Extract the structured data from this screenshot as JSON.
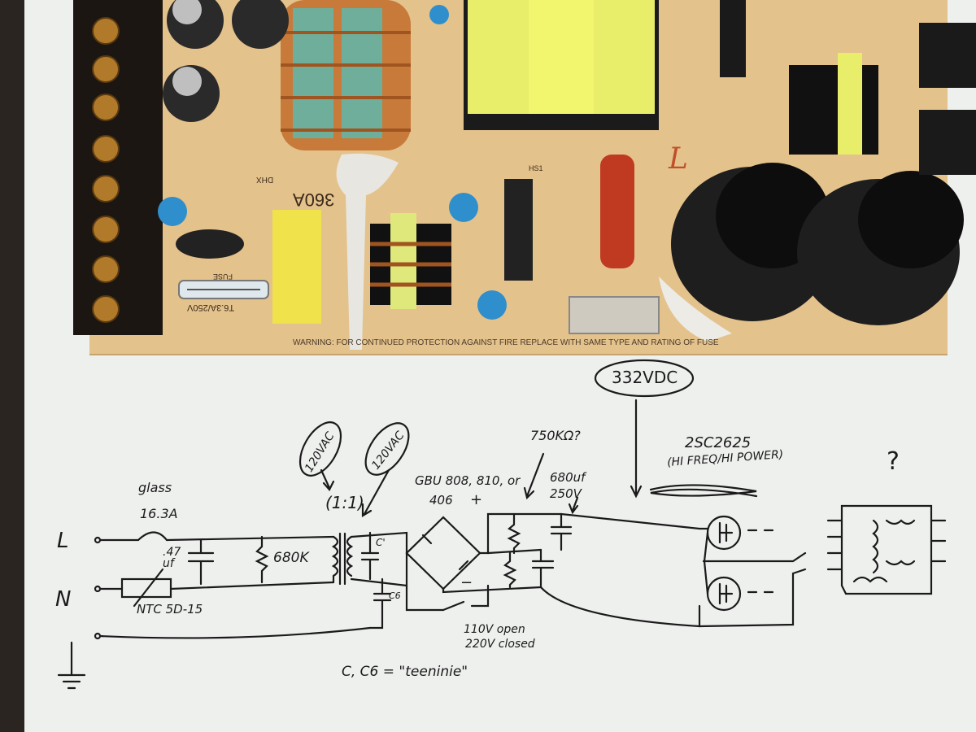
{
  "board": {
    "model": "360A",
    "warning": "WARNING: FOR CONTINUED PROTECTION AGAINST FIRE REPLACE WITH SAME TYPE AND RATING OF FUSE",
    "fuse_label": "FUSE",
    "fuse_rating": "T6.3A/250V",
    "dhx": "DHX",
    "hs1": "HS1",
    "marker_l": "L"
  },
  "schematic": {
    "label_L": "L",
    "label_N": "N",
    "fuse_type": "glass",
    "fuse_value": "16.3A",
    "cap_value": ".47 uf",
    "resistor_value": "680K",
    "ntc": "NTC 5D-15",
    "ac_left": "120VAC",
    "ac_right": "120VAC",
    "ratio": "(1:1)",
    "cap_c1": "C'",
    "cap_c6": "C6",
    "bridge": "GBU 808, 810, or",
    "bridge2": "406",
    "plus": "+",
    "minus": "−",
    "resistor_q": "750KΩ?",
    "bulk_cap": "680uf",
    "bulk_volt": "250V",
    "dc": "332VDC",
    "transistor": "2SC2625",
    "transistor_note": "(HI FREQ/HI POWER)",
    "switch_note1": "110V open",
    "switch_note2": "220V closed",
    "question": "?",
    "teenie": "C, C6 = \"teeninie\""
  }
}
